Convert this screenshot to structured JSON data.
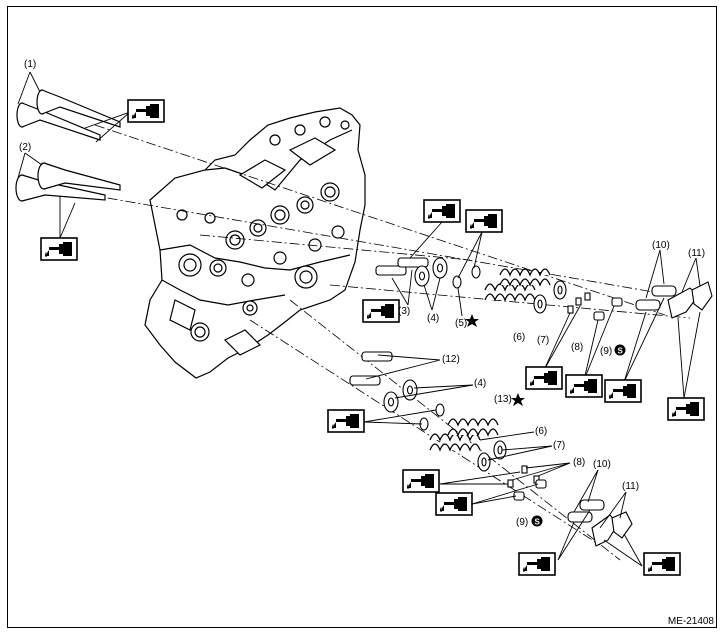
{
  "figure": {
    "reference_code": "ME-21408",
    "part_labels": [
      "(1)",
      "(2)",
      "(3)",
      "(4)",
      "(5)",
      "(6)",
      "(7)",
      "(8)",
      "(9)",
      "(10)",
      "(11)",
      "(12)",
      "(4)",
      "(13)",
      "(6)",
      "(7)",
      "(8)",
      "(9)",
      "(10)",
      "(11)"
    ],
    "oil_icon": "oil-can-icon",
    "star_icon": "star-icon",
    "sealant_icon": "sealant-s-icon"
  }
}
